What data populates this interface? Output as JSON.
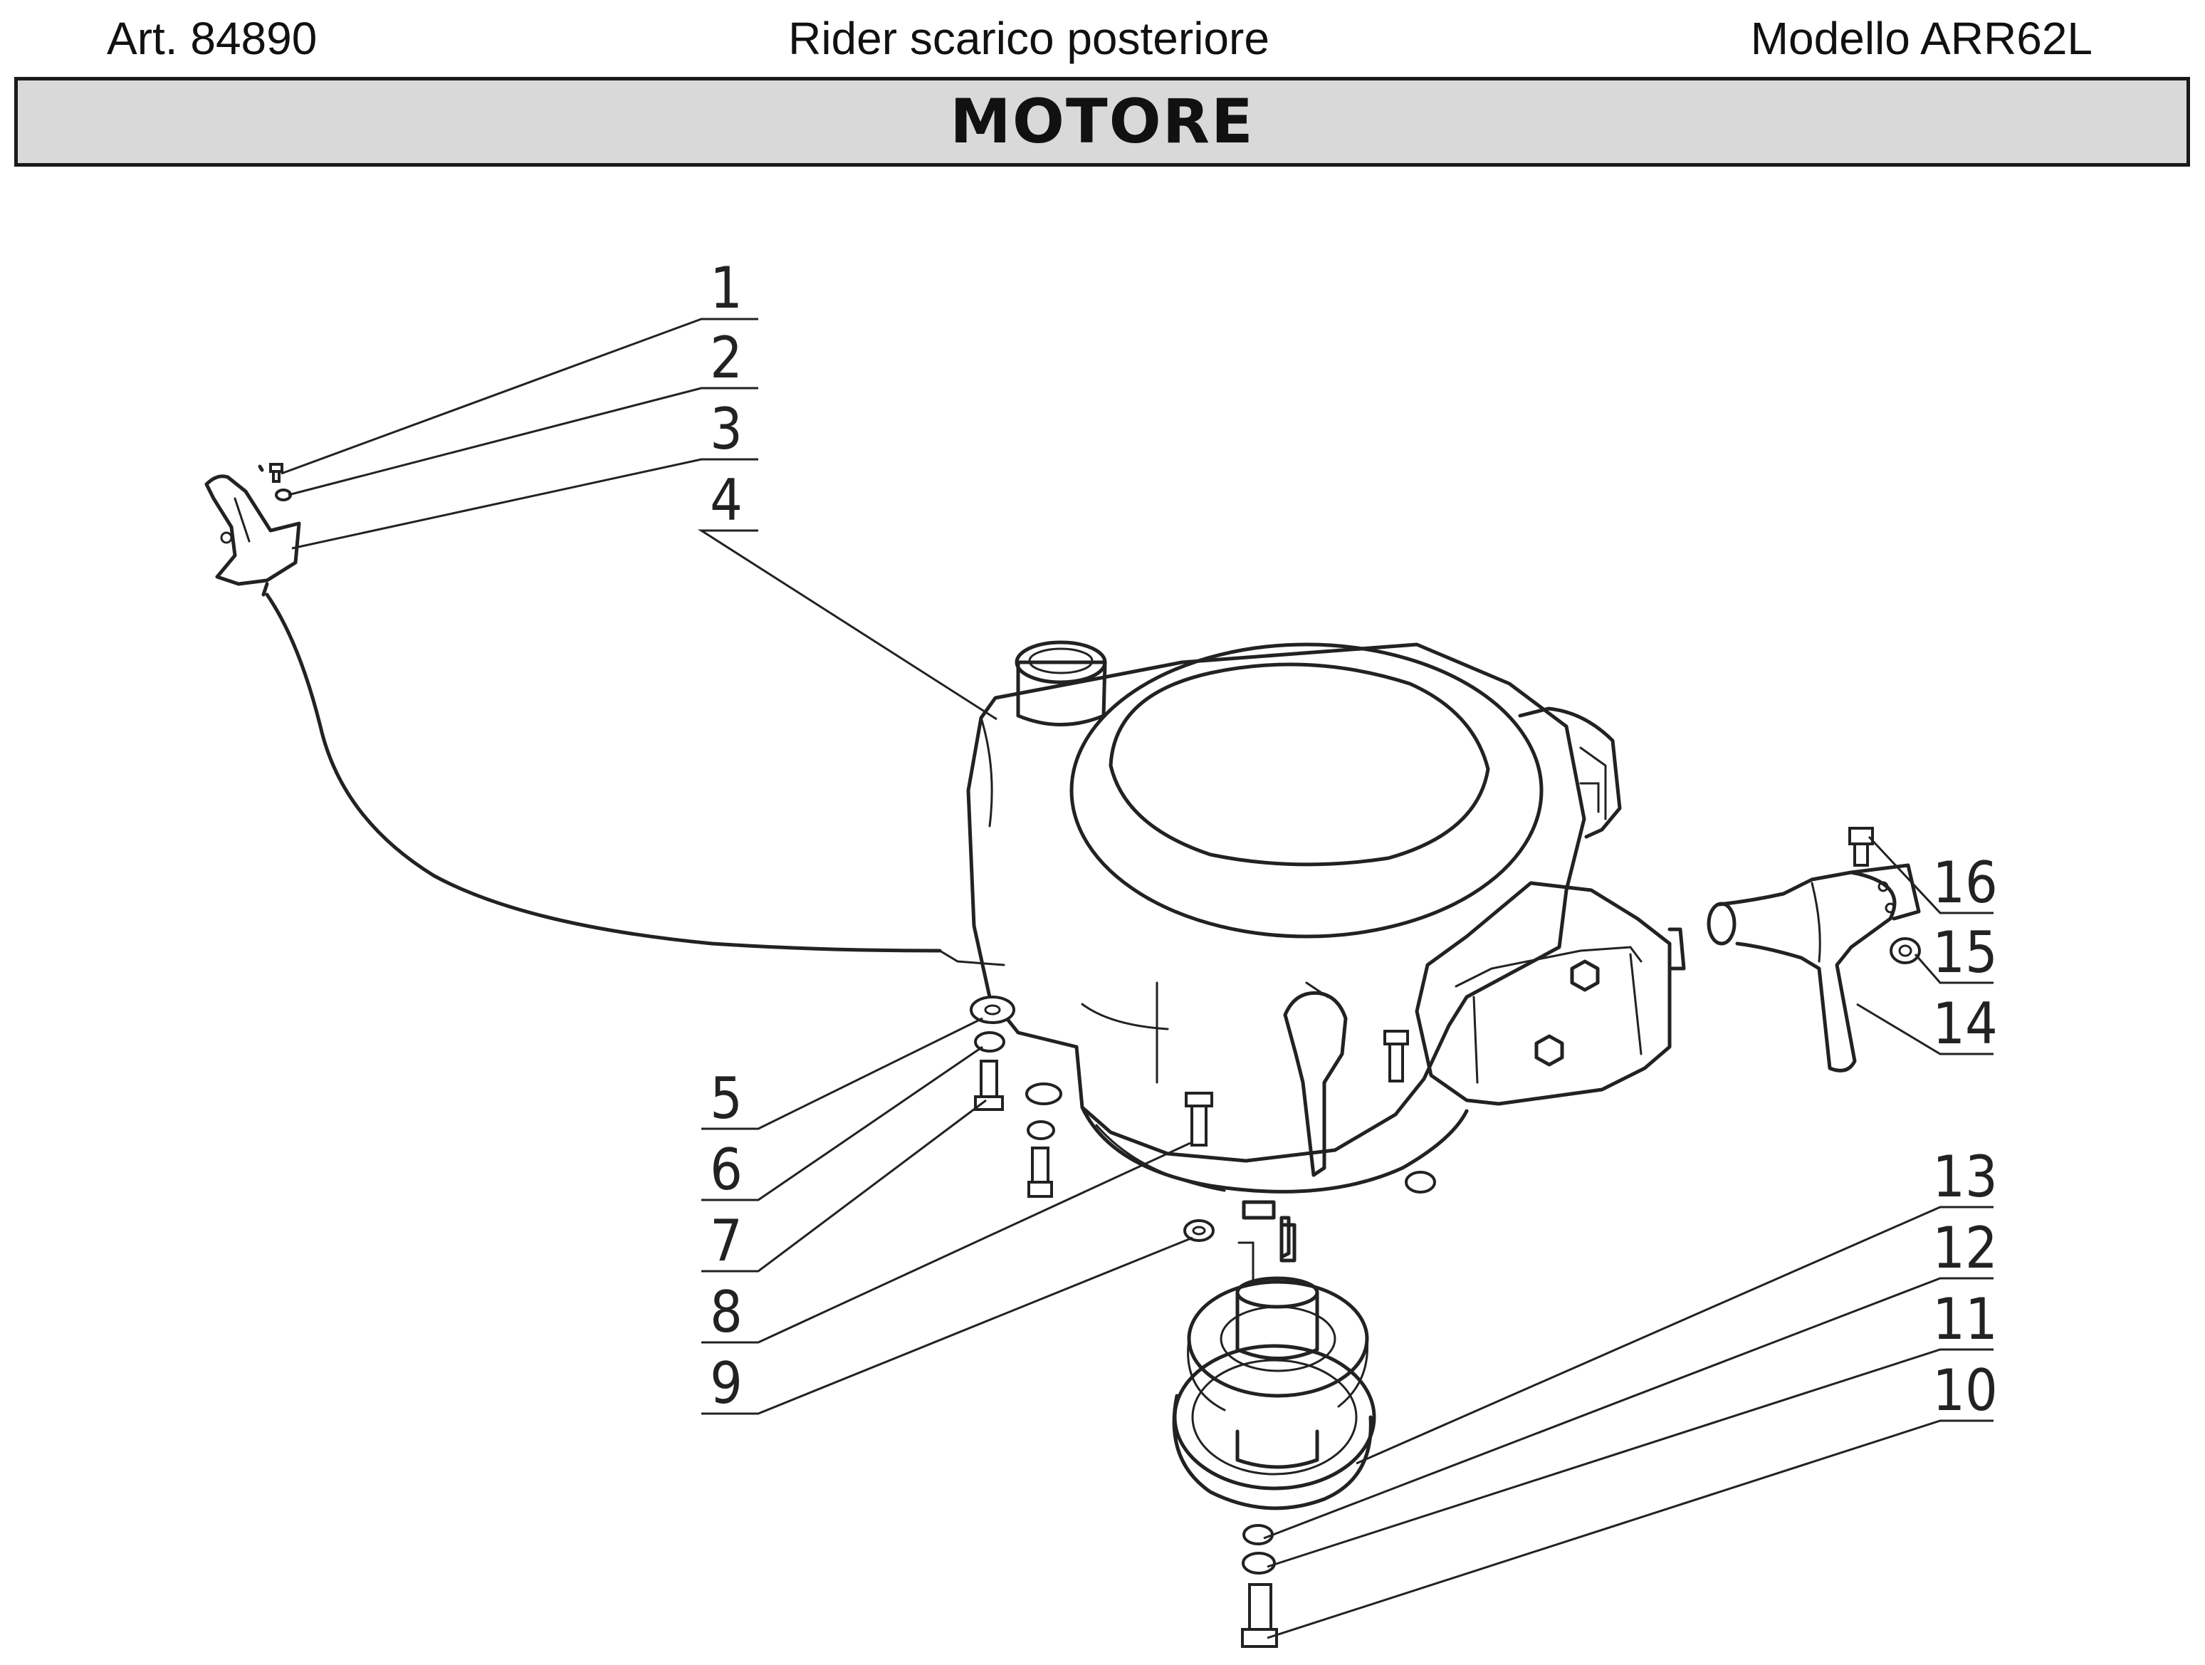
{
  "header": {
    "article": "Art. 84890",
    "subtitle": "Rider scarico posteriore",
    "model": "Modello ARR62L"
  },
  "section_title": "MOTORE",
  "callouts": [
    "1",
    "2",
    "3",
    "4",
    "5",
    "6",
    "7",
    "8",
    "9",
    "10",
    "11",
    "12",
    "13",
    "14",
    "15",
    "16"
  ],
  "icons": [
    "throttle-lever-icon",
    "throttle-cable-icon",
    "engine-icon",
    "muffler-icon",
    "exhaust-pipe-icon",
    "pulley-icon",
    "bolt-icon",
    "washer-icon",
    "nut-icon"
  ]
}
